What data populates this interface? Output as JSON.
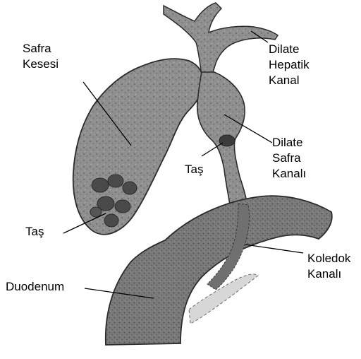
{
  "labels": {
    "gallbladder": [
      "Safra",
      "Kesesi"
    ],
    "hepatic_duct": [
      "Dilate",
      "Hepatik",
      "Kanal"
    ],
    "bile_duct": [
      "Dilate",
      "Safra",
      "Kanalı"
    ],
    "stone_upper": "Taş",
    "stone_lower": "Taş",
    "common_bile_duct": [
      "Koledok",
      "Kanalı"
    ],
    "duodenum": "Duodenum"
  },
  "colors": {
    "tissue": "#8f8f8f",
    "tissue_dark": "#5a5a5a",
    "stone": "#4a4a4a",
    "outline": "#2c2c2c",
    "text": "#000000"
  }
}
